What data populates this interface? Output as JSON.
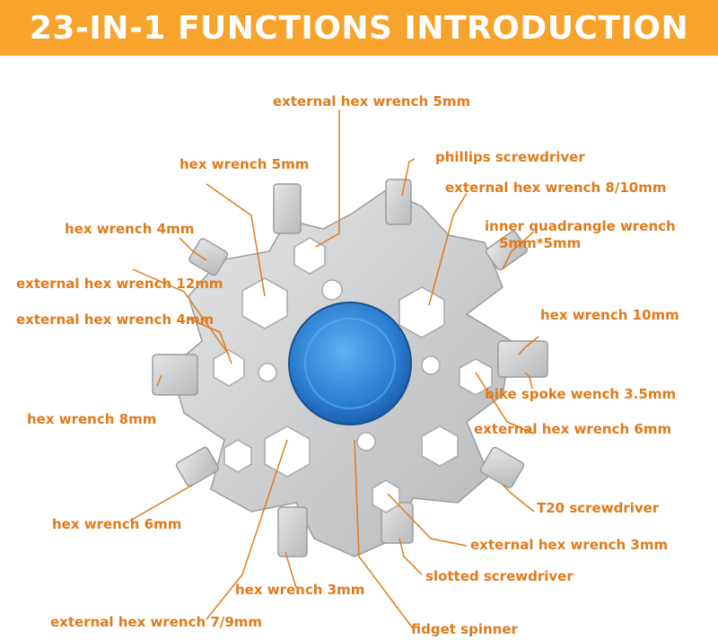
{
  "header": {
    "title": "23-IN-1 FUNCTIONS INTRODUCTION"
  },
  "colors": {
    "accent": "#f7a32c",
    "label": "#e07b1c",
    "tool": "#c9cbcd",
    "spinner": "#2c7fd1"
  },
  "labels": {
    "external_hex_5": "external hex wrench 5mm",
    "phillips": "phillips screwdriver",
    "hex_5": "hex wrench 5mm",
    "external_hex_8_10": "external hex wrench 8/10mm",
    "hex_4": "hex wrench 4mm",
    "inner_quadrangle_1": "inner quadrangle wrench",
    "inner_quadrangle_2": "5mm*5mm",
    "external_hex_12": "external hex wrench 12mm",
    "external_hex_4": "external hex wrench 4mm",
    "hex_10": "hex wrench 10mm",
    "bike_spoke": "bike spoke wench 3.5mm",
    "hex_8": "hex wrench 8mm",
    "external_hex_6": "external hex wrench 6mm",
    "hex_6": "hex wrench 6mm",
    "t20": "T20 screwdriver",
    "external_hex_3": "external hex wrench 3mm",
    "slotted": "slotted screwdriver",
    "hex_3": "hex wrench 3mm",
    "external_hex_7_9": "external hex wrench 7/9mm",
    "fidget": "fidget spinner"
  }
}
